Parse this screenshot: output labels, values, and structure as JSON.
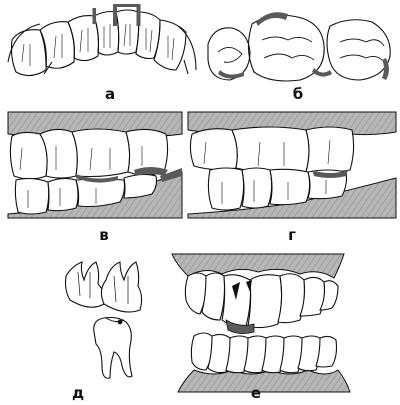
{
  "panels": [
    {
      "id": "a",
      "label": "а"
    },
    {
      "id": "b",
      "label": "б"
    },
    {
      "id": "v",
      "label": "в"
    },
    {
      "id": "g",
      "label": "г"
    },
    {
      "id": "d",
      "label": "д"
    },
    {
      "id": "e",
      "label": "е"
    }
  ],
  "colors": {
    "ink": "#111111",
    "gum": "#a9a9a9",
    "contact": "#5a5a5a",
    "paper": "#ffffff"
  }
}
